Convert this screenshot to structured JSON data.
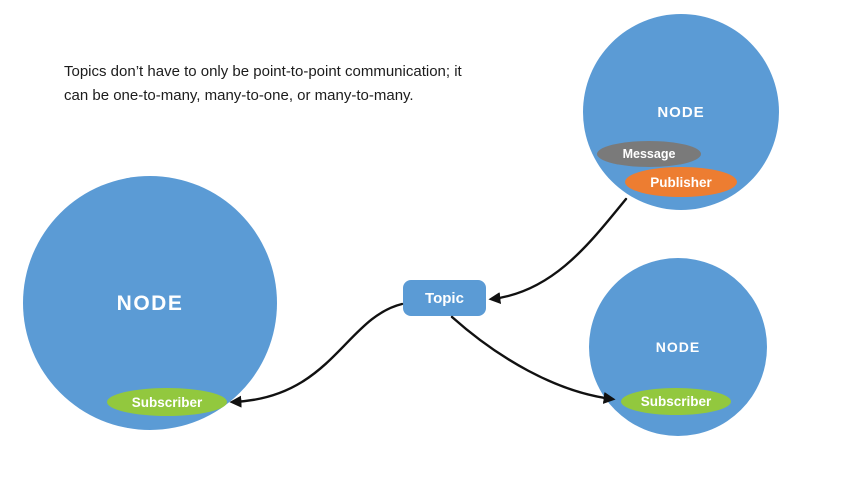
{
  "caption": {
    "line1": "Topics don’t have to only be point-to-point communication; it",
    "line2": "can be one-to-many, many-to-one, or many-to-many."
  },
  "topic": {
    "label": "Topic"
  },
  "left_node": {
    "label": "NODE",
    "subscriber_label": "Subscriber"
  },
  "publisher_node": {
    "label": "NODE",
    "message_label": "Message",
    "publisher_label": "Publisher"
  },
  "subscriber_node": {
    "label": "NODE",
    "subscriber_label": "Subscriber"
  },
  "colors": {
    "node_fill": "#5b9bd5",
    "subscriber_fill": "#92c83e",
    "publisher_fill": "#ed7d31",
    "message_fill": "#7a7a7a",
    "arrow": "#111111"
  }
}
